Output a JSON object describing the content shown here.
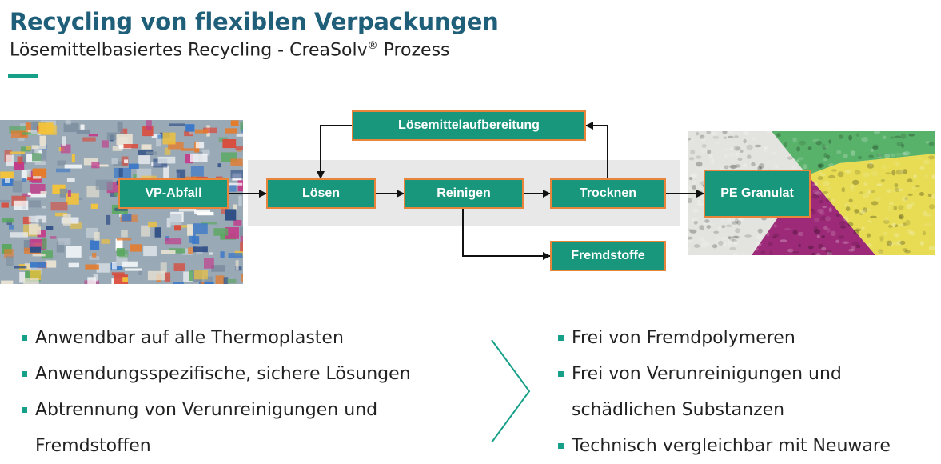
{
  "header": {
    "title": "Recycling von flexiblen Verpackungen",
    "subtitle_main": "Lösemittelbasiertes Recycling - CreaSolv",
    "subtitle_mark": "®",
    "subtitle_end": " Prozess"
  },
  "diagram": {
    "input_photo": "plastic-waste-bales-photo",
    "output_photo": "colored-pe-pellets-photo",
    "nodes": {
      "vp_abfall": "VP-Abfall",
      "loesen": "Lösen",
      "reinigen": "Reinigen",
      "trocknen": "Trocknen",
      "pe_granulat": "PE Granulat",
      "loesemittelaufbereitung": "Lösemittelaufbereitung",
      "fremdstoffe": "Fremdstoffe"
    },
    "colors": {
      "box_fill": "#18977d",
      "box_border": "#e9853a",
      "band": "#e8e8e8",
      "accent": "#17a088",
      "title": "#1f5f7a"
    }
  },
  "left_bullets": [
    {
      "text": "Anwendbar auf alle Thermoplasten",
      "continued": false
    },
    {
      "text": "Anwendungsspezifische, sichere Lösungen",
      "continued": false
    },
    {
      "text": "Abtrennung von Verunreinigungen und",
      "continued": false
    },
    {
      "text": "Fremdstoffen",
      "continued": true
    }
  ],
  "right_bullets": [
    {
      "text": "Frei von Fremdpolymeren",
      "continued": false
    },
    {
      "text": "Frei von Verunreinigungen und",
      "continued": false
    },
    {
      "text": "schädlichen Substanzen",
      "continued": true
    },
    {
      "text": "Technisch vergleichbar mit Neuware",
      "continued": false
    }
  ],
  "divider_icon": "chevron-right-icon"
}
